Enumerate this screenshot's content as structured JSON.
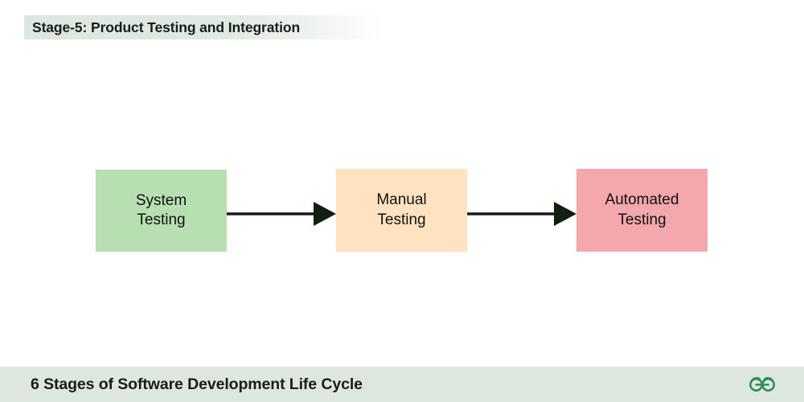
{
  "title": {
    "text": "Stage-5: Product Testing and Integration",
    "highlight_color": "#dde7df",
    "text_color": "#1b1b1b"
  },
  "footer": {
    "text": "6 Stages of Software Development Life Cycle",
    "band_color": "#dde6df",
    "text_color": "#1b1b1b",
    "logo": {
      "name": "geeksforgeeks-logo",
      "color": "#2f8d5f"
    }
  },
  "diagram": {
    "type": "flow",
    "direction": "left-to-right",
    "arrow_color": "#0f1f10",
    "nodes": [
      {
        "id": "system-testing",
        "label": "System\nTesting",
        "line1": "System",
        "line2": "Testing",
        "fill": "#b7dfb2",
        "text_color": "#111111"
      },
      {
        "id": "manual-testing",
        "label": "Manual\nTesting",
        "line1": "Manual",
        "line2": "Testing",
        "fill": "#ffe3c0",
        "text_color": "#111111"
      },
      {
        "id": "automated-testing",
        "label": "Automated\nTesting",
        "line1": "Automated",
        "line2": "Testing",
        "fill": "#f4a8ae",
        "text_color": "#111111"
      }
    ],
    "edges": [
      {
        "id": "edge-1",
        "from": "system-testing",
        "to": "manual-testing"
      },
      {
        "id": "edge-2",
        "from": "manual-testing",
        "to": "automated-testing"
      }
    ]
  }
}
